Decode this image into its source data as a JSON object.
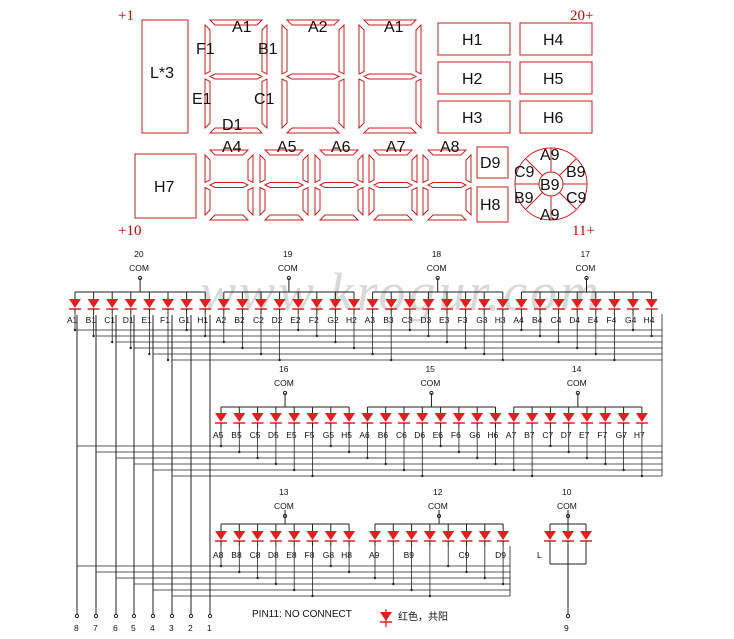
{
  "corners": {
    "tl": "+1",
    "tr": "20+",
    "bl": "+10",
    "br": "11+"
  },
  "top_display": {
    "lstar3": "L*3",
    "digit_labels": [
      "A1",
      "A2",
      "A1",
      "F1",
      "B1",
      "E1",
      "C1",
      "D1"
    ],
    "h_boxes": [
      "H1",
      "H4",
      "H2",
      "H5",
      "H3",
      "H6"
    ],
    "h7": "H7",
    "second_row_labels": [
      "A4",
      "A5",
      "A6",
      "A7",
      "A8"
    ],
    "d9": "D9",
    "h8": "H8",
    "round_icon": [
      "A9",
      "C9",
      "B9",
      "B9",
      "B9",
      "C9",
      "A9"
    ]
  },
  "watermark": "www.krogur.com",
  "row1": {
    "coms": [
      {
        "pin": "20",
        "label": "COM"
      },
      {
        "pin": "19",
        "label": "COM"
      },
      {
        "pin": "18",
        "label": "COM"
      },
      {
        "pin": "17",
        "label": "COM"
      }
    ],
    "segments": [
      "A1",
      "B1",
      "C1",
      "D1",
      "E1",
      "F1",
      "G1",
      "H1",
      "A2",
      "B2",
      "C2",
      "D2",
      "E2",
      "F2",
      "G2",
      "H2",
      "A3",
      "B3",
      "C3",
      "D3",
      "E3",
      "F3",
      "G3",
      "H3",
      "A4",
      "B4",
      "C4",
      "D4",
      "E4",
      "F4",
      "G4",
      "H4"
    ]
  },
  "row2": {
    "coms": [
      {
        "pin": "16",
        "label": "COM"
      },
      {
        "pin": "15",
        "label": "COM"
      },
      {
        "pin": "14",
        "label": "COM"
      }
    ],
    "segments": [
      "A5",
      "B5",
      "C5",
      "D5",
      "E5",
      "F5",
      "G5",
      "H5",
      "A6",
      "B6",
      "C6",
      "D6",
      "E6",
      "F6",
      "G6",
      "H6",
      "A7",
      "B7",
      "C7",
      "D7",
      "E7",
      "F7",
      "G7",
      "H7"
    ]
  },
  "row3": {
    "coms": [
      {
        "pin": "13",
        "label": "COM"
      },
      {
        "pin": "12",
        "label": "COM"
      },
      {
        "pin": "10",
        "label": "COM"
      }
    ],
    "segments_a": [
      "A8",
      "B8",
      "C8",
      "D8",
      "E8",
      "F8",
      "G8",
      "H8"
    ],
    "segments_b": [
      "A9",
      "B9",
      "C9",
      "D9"
    ],
    "l_label": "L"
  },
  "bottom_pins": [
    "8",
    "7",
    "6",
    "5",
    "4",
    "3",
    "2",
    "1"
  ],
  "pin9": "9",
  "note": "PIN11: NO CONNECT",
  "legend_text": "红色，共阳",
  "colors": {
    "led": "#e02020",
    "outline": "#c81e1e",
    "wire": "#222"
  }
}
